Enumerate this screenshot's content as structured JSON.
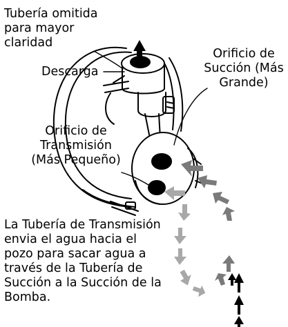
{
  "labels": {
    "omitted_pipe": "Tubería omitida\npara mayor\nclaridad",
    "discharge": "Descarga",
    "suction_port": "Orificio de\nSucción (Más\nGrande)",
    "drive_port": "Orificio de\nTransmisión\n(Más Pequeño)",
    "description": "La Tubería de Transmisión\nenvia el agua hacia el\npozo para sacar agua a\ntravés de la Tubería de\nSucción a la Succión de la\nBomba."
  },
  "colors": {
    "line": "#000000",
    "suction_flow": "#7a7a7a",
    "drive_flow": "#a8a8a8",
    "well_flow": "#000000"
  },
  "icons": [
    "up-arrow-icon",
    "flow-arrow-icon"
  ]
}
